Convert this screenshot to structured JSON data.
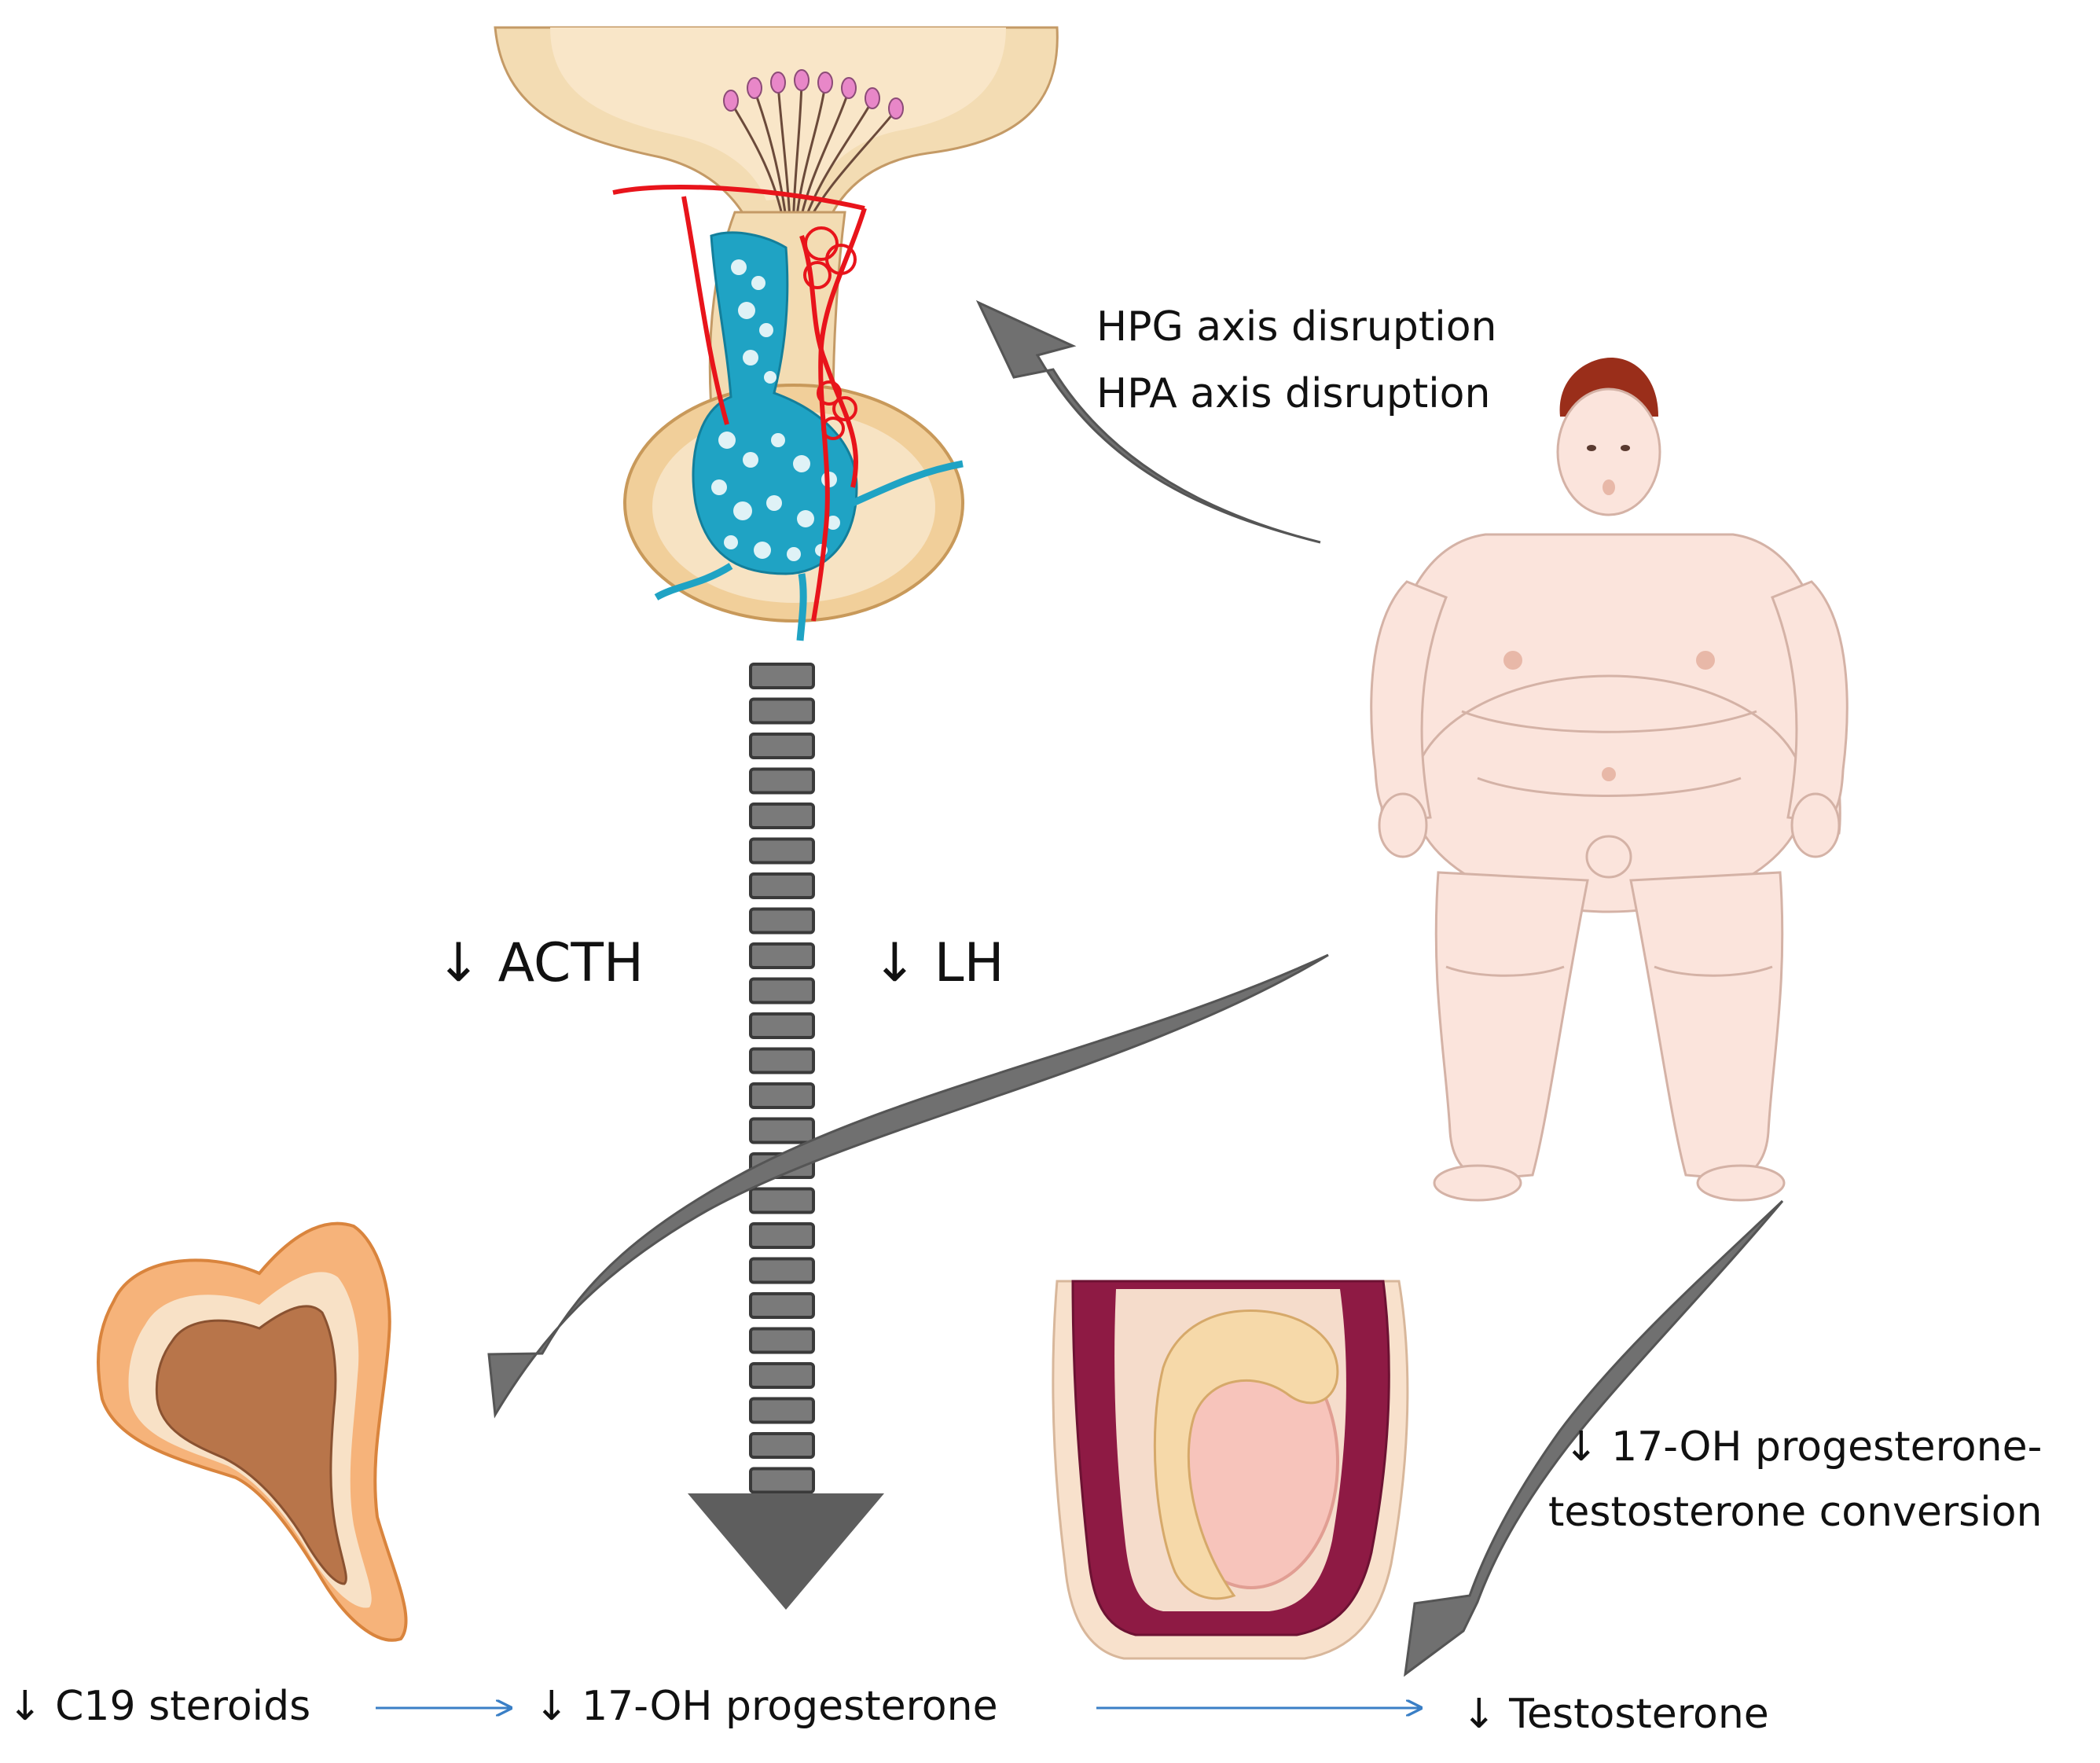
{
  "labels": {
    "hpg": "HPG  axis disruption",
    "hpa": "HPA  axis disruption",
    "acth": "↓ ACTH",
    "lh": "↓ LH",
    "conversion_line1": "↓ 17-OH progesterone-",
    "conversion_line2": "testosterone conversion",
    "c19": "↓ C19 steroids",
    "oh_prog": "↓ 17-OH progesterone",
    "testosterone": "↓ Testosterone"
  },
  "illustrations": {
    "pituitary": "pituitary-hypothalamus-illustration",
    "person": "obese-man-illustration",
    "adrenal": "adrenal-gland-illustration",
    "testis": "testis-illustration"
  },
  "colors": {
    "arrow_gray": "#707070",
    "flow_blue": "#3a7fc6",
    "vessel_red": "#e8141b",
    "vessel_blue": "#1fa3c4",
    "skin": "#fbe4dc"
  }
}
